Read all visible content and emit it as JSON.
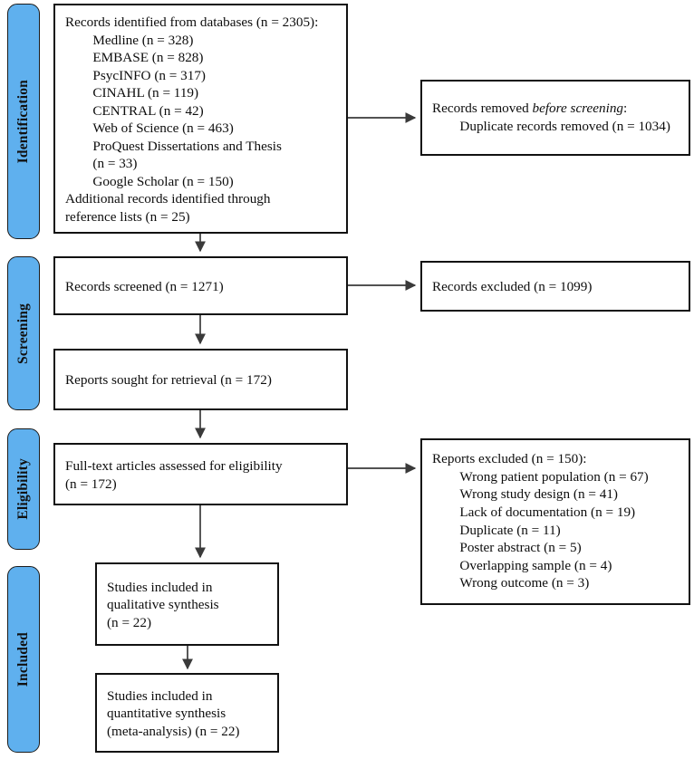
{
  "diagram": {
    "title": "PRISMA flow diagram",
    "accent_color": "#5FB0EE",
    "border_color": "#111111",
    "background_color": "#FFFFFF"
  },
  "stages": [
    {
      "id": "identification",
      "label": "Identification"
    },
    {
      "id": "screening",
      "label": "Screening"
    },
    {
      "id": "eligibility",
      "label": "Eligibility"
    },
    {
      "id": "included",
      "label": "Included"
    }
  ],
  "boxes": {
    "identified": {
      "name": "records-identified-box",
      "lines": [
        "Records identified from databases (n = 2305):",
        "Medline (n = 328)",
        "EMBASE (n = 828)",
        "PsycINFO (n = 317)",
        "CINAHL (n = 119)",
        "CENTRAL (n = 42)",
        "Web of Science (n = 463)",
        "ProQuest Dissertations and Thesis",
        "(n = 33)",
        "Google Scholar (n = 150)",
        "Additional records identified through",
        "reference lists (n = 25)"
      ]
    },
    "removed_before_screening": {
      "name": "records-removed-box",
      "line_head": "Records removed ",
      "line_head_italic": "before screening",
      "line_head_tail": ":",
      "line_sub": "Duplicate records removed (n = 1034)"
    },
    "screened": {
      "name": "records-screened-box",
      "text": "Records screened (n = 1271)"
    },
    "excluded_screening": {
      "name": "records-excluded-box",
      "text": "Records excluded (n = 1099)"
    },
    "sought": {
      "name": "reports-sought-box",
      "text": "Reports sought for retrieval (n = 172)"
    },
    "assessed": {
      "name": "full-text-assessed-box",
      "lines": [
        "Full-text articles assessed for eligibility",
        "(n = 172)"
      ]
    },
    "reports_excluded": {
      "name": "reports-excluded-box",
      "head": "Reports excluded (n = 150):",
      "reasons": [
        "Wrong patient population (n = 67)",
        "Wrong study design (n = 41)",
        "Lack of documentation (n = 19)",
        "Duplicate (n = 11)",
        "Poster abstract (n = 5)",
        "Overlapping sample (n = 4)",
        "Wrong outcome (n = 3)"
      ]
    },
    "qualitative": {
      "name": "qualitative-synthesis-box",
      "lines": [
        "Studies included in",
        "qualitative synthesis",
        "(n = 22)"
      ]
    },
    "quantitative": {
      "name": "quantitative-synthesis-box",
      "lines": [
        "Studies included in",
        "quantitative synthesis",
        "(meta-analysis) (n = 22)"
      ]
    }
  },
  "chart_data": {
    "type": "diagram",
    "title": "PRISMA flow diagram",
    "nodes": [
      {
        "id": "identified",
        "stage": "Identification",
        "label": "Records identified from databases",
        "n": 2305,
        "sources": [
          {
            "name": "Medline",
            "n": 328
          },
          {
            "name": "EMBASE",
            "n": 828
          },
          {
            "name": "PsycINFO",
            "n": 317
          },
          {
            "name": "CINAHL",
            "n": 119
          },
          {
            "name": "CENTRAL",
            "n": 42
          },
          {
            "name": "Web of Science",
            "n": 463
          },
          {
            "name": "ProQuest Dissertations and Thesis",
            "n": 33
          },
          {
            "name": "Google Scholar",
            "n": 150
          },
          {
            "name": "Additional records identified through reference lists",
            "n": 25
          }
        ]
      },
      {
        "id": "removed_before_screening",
        "stage": "Identification",
        "label": "Records removed before screening: Duplicate records removed",
        "n": 1034
      },
      {
        "id": "screened",
        "stage": "Screening",
        "label": "Records screened",
        "n": 1271
      },
      {
        "id": "excluded_screening",
        "stage": "Screening",
        "label": "Records excluded",
        "n": 1099
      },
      {
        "id": "sought",
        "stage": "Screening",
        "label": "Reports sought for retrieval",
        "n": 172
      },
      {
        "id": "assessed",
        "stage": "Eligibility",
        "label": "Full-text articles assessed for eligibility",
        "n": 172
      },
      {
        "id": "reports_excluded",
        "stage": "Eligibility",
        "label": "Reports excluded",
        "n": 150,
        "reasons": [
          {
            "name": "Wrong patient population",
            "n": 67
          },
          {
            "name": "Wrong study design",
            "n": 41
          },
          {
            "name": "Lack of documentation",
            "n": 19
          },
          {
            "name": "Duplicate",
            "n": 11
          },
          {
            "name": "Poster abstract",
            "n": 5
          },
          {
            "name": "Overlapping sample",
            "n": 4
          },
          {
            "name": "Wrong outcome",
            "n": 3
          }
        ]
      },
      {
        "id": "qualitative",
        "stage": "Included",
        "label": "Studies included in qualitative synthesis",
        "n": 22
      },
      {
        "id": "quantitative",
        "stage": "Included",
        "label": "Studies included in quantitative synthesis (meta-analysis)",
        "n": 22
      }
    ],
    "edges": [
      {
        "from": "identified",
        "to": "removed_before_screening",
        "direction": "right"
      },
      {
        "from": "identified",
        "to": "screened",
        "direction": "down"
      },
      {
        "from": "screened",
        "to": "excluded_screening",
        "direction": "right"
      },
      {
        "from": "screened",
        "to": "sought",
        "direction": "down"
      },
      {
        "from": "sought",
        "to": "assessed",
        "direction": "down"
      },
      {
        "from": "assessed",
        "to": "reports_excluded",
        "direction": "right"
      },
      {
        "from": "assessed",
        "to": "qualitative",
        "direction": "down"
      },
      {
        "from": "qualitative",
        "to": "quantitative",
        "direction": "down"
      }
    ]
  }
}
